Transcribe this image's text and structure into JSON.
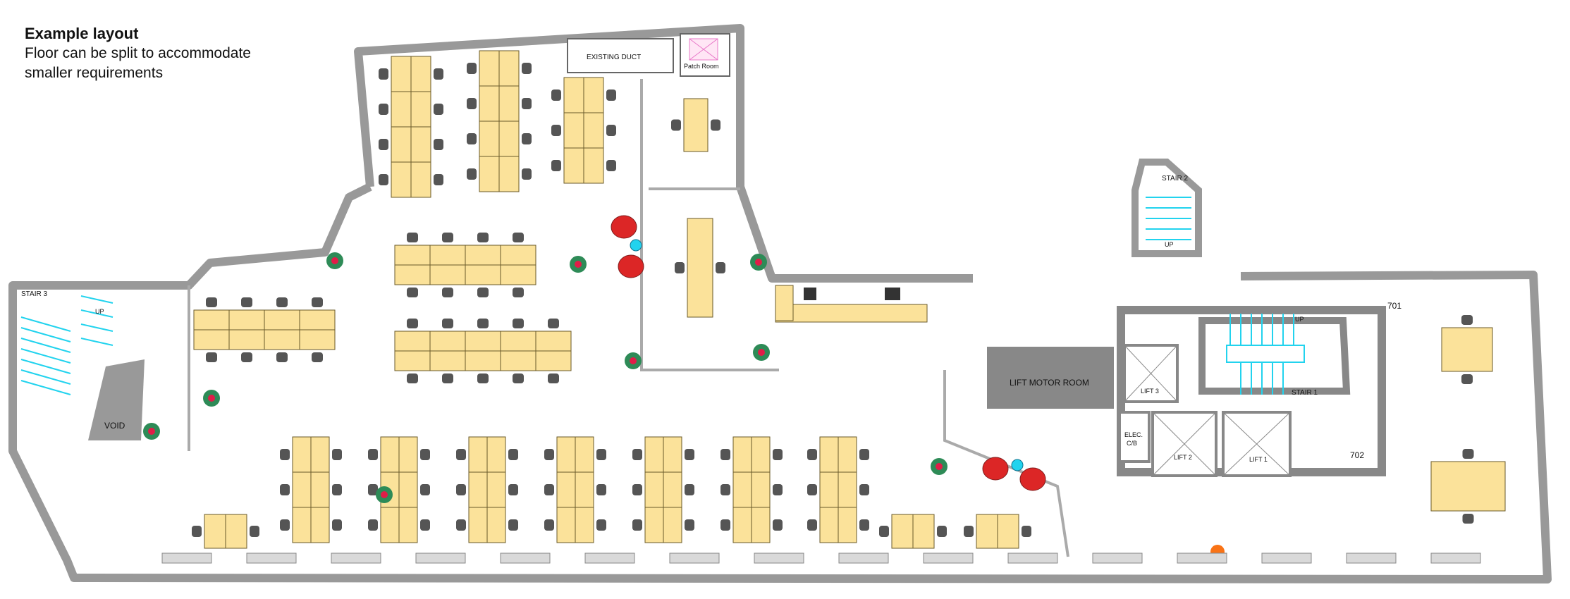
{
  "heading": {
    "title": "Example layout",
    "lines": [
      "Floor can be split to accommodate",
      "smaller requirements"
    ]
  },
  "rooms": {
    "existing_duct": "EXISTING DUCT",
    "patch_room": "Patch Room",
    "stair_1": "STAIR 1",
    "stair_2": "STAIR 2",
    "stair_3": "STAIR 3",
    "up": "UP",
    "void": "VOID",
    "lift_motor_room": "LIFT MOTOR ROOM",
    "lift_1": "LIFT 1",
    "lift_2": "LIFT 2",
    "lift_3": "LIFT 3",
    "elec_cb_1": "ELEC.",
    "elec_cb_2": "C/B",
    "room_701": "701",
    "room_702": "702"
  },
  "colors": {
    "wall": "#999999",
    "desk": "#fbe29a",
    "desk_edge": "#6a5a2a",
    "chair": "#555555",
    "stair": "#22d3ee",
    "armchair": "#dc2626",
    "plant": "#2e8b57",
    "flower": "#e11d48",
    "door": "#2b2bd6"
  }
}
